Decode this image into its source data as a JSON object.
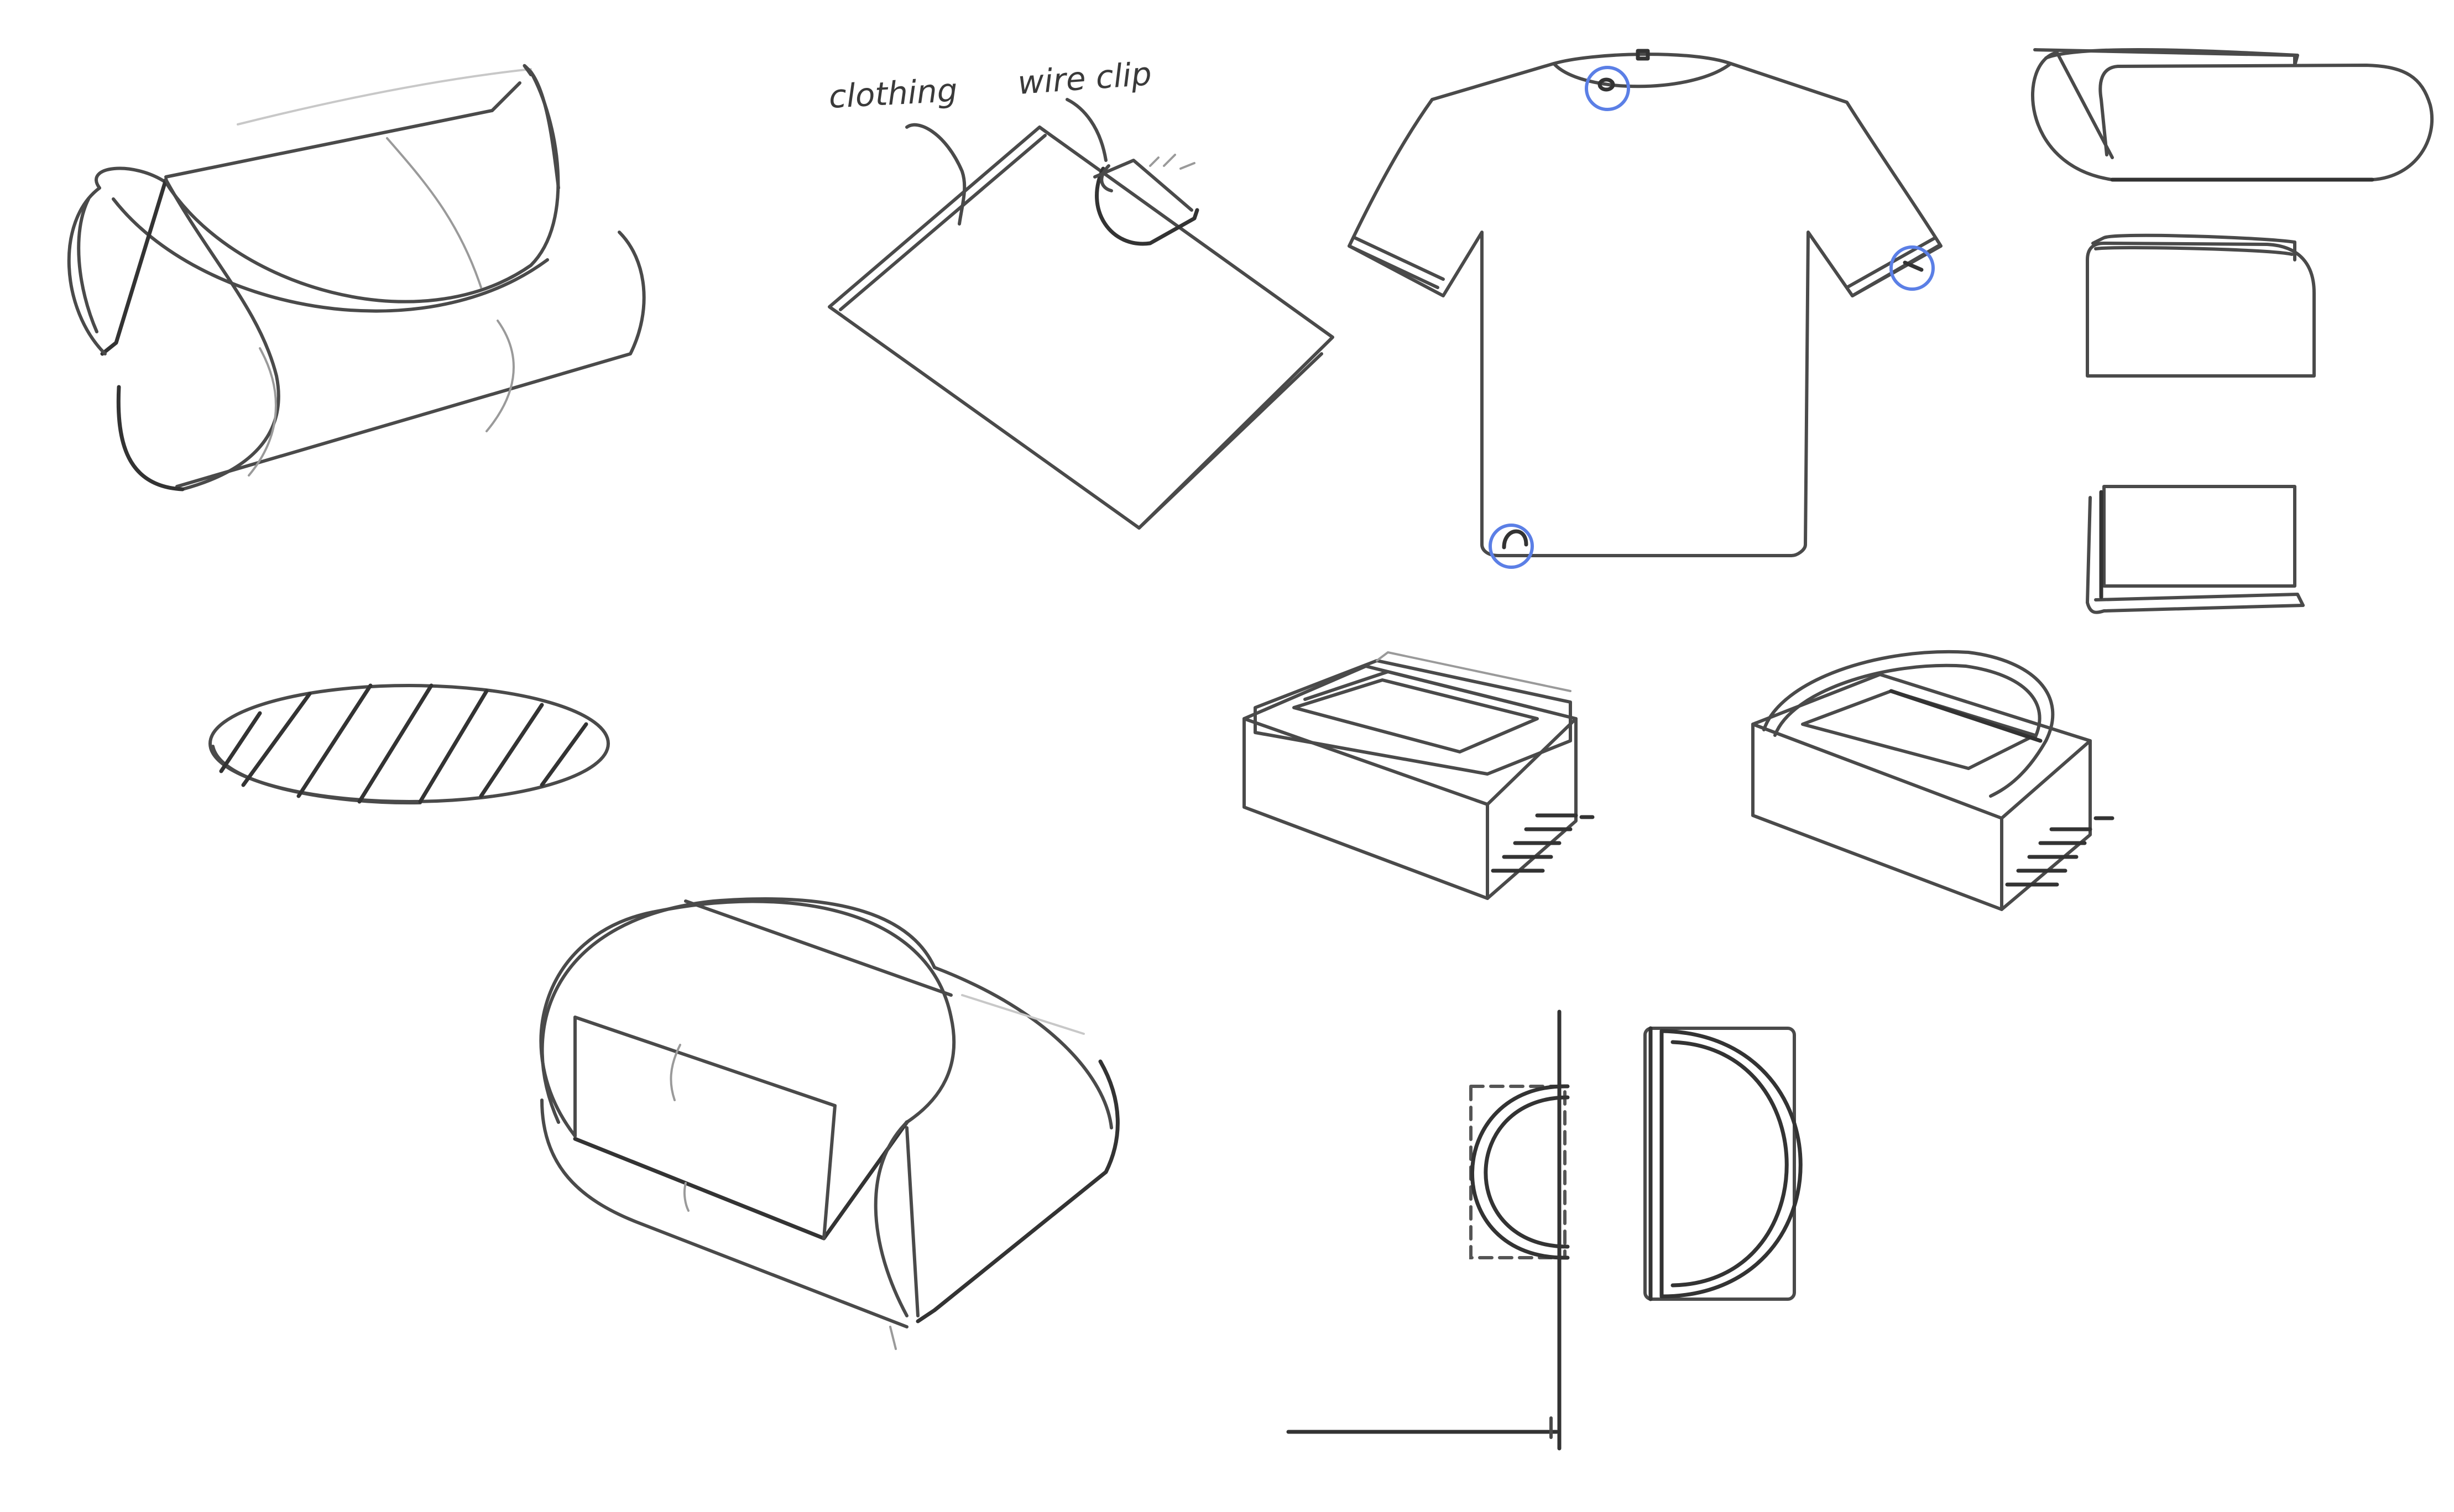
{
  "annotations": {
    "clothing_label": "clothing",
    "wire_clip_label": "wire clip"
  },
  "colors": {
    "ink": "#4a4a4a",
    "highlight_circle": "#5b7fe6",
    "background": "#ffffff"
  },
  "sketches": [
    "clip-perspective-top-left",
    "hatched-ellipse-section",
    "clip-perspective-bottom",
    "fabric-with-clip",
    "tshirt-clip-positions",
    "clip-side-profile-a",
    "clip-side-profile-b",
    "clip-side-profile-c",
    "block-with-flat-clip",
    "block-with-arched-clip",
    "wall-mount-half-round",
    "half-round-clip-front"
  ]
}
